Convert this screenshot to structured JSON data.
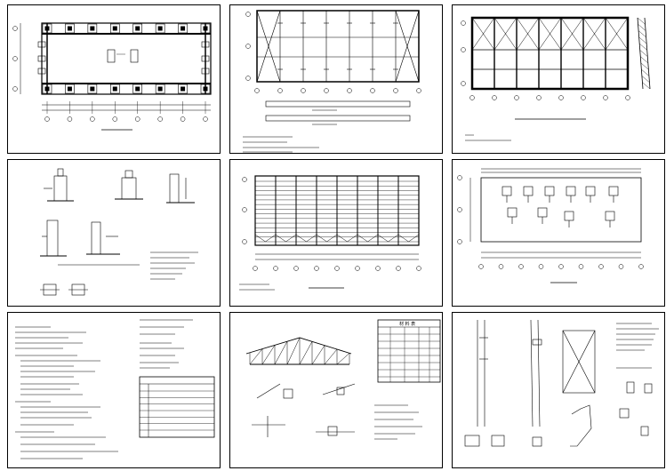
{
  "sheets": [
    {
      "id": "s1",
      "name": "foundation-plan"
    },
    {
      "id": "s2",
      "name": "roof-bracing-plan"
    },
    {
      "id": "s3",
      "name": "roof-truss-plan"
    },
    {
      "id": "s4",
      "name": "foundation-details"
    },
    {
      "id": "s5",
      "name": "purlin-layout-plan"
    },
    {
      "id": "s6",
      "name": "column-layout-plan"
    },
    {
      "id": "s7",
      "name": "design-notes"
    },
    {
      "id": "s8",
      "name": "truss-elevation-and-schedule"
    },
    {
      "id": "s9",
      "name": "column-elevation-details"
    }
  ],
  "schedule_title": "材 料 表",
  "notes_title": "说 明"
}
